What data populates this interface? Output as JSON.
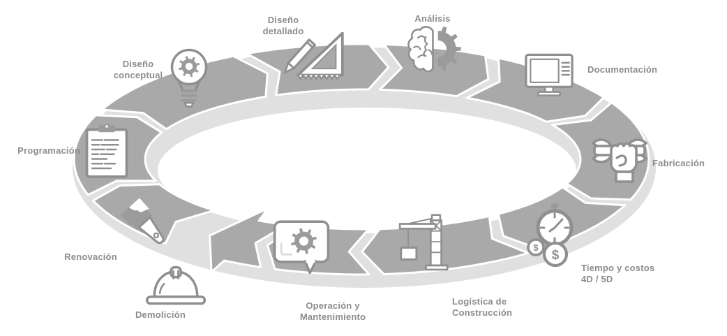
{
  "colors": {
    "band": "#a9a9a9",
    "band_depth": "#e0e0e0",
    "icon_stroke": "#8f8f8f",
    "icon_fill": "#9b9b9b",
    "label_text": "#8c8c8c",
    "background": "#ffffff"
  },
  "diagram_type": "circular-bim-lifecycle",
  "stages": [
    {
      "id": "programacion",
      "lines": [
        "Programación"
      ],
      "icon": "clipboard-icon"
    },
    {
      "id": "diseno-conceptual",
      "lines": [
        "Diseño",
        "conceptual"
      ],
      "icon": "lightbulb-gear-icon"
    },
    {
      "id": "diseno-detallado",
      "lines": [
        "Diseño",
        "detallado"
      ],
      "icon": "set-square-pencil-icon"
    },
    {
      "id": "analisis",
      "lines": [
        "Análisis"
      ],
      "icon": "brain-gear-icon"
    },
    {
      "id": "documentacion",
      "lines": [
        "Documentación"
      ],
      "icon": "monitor-icon"
    },
    {
      "id": "fabricacion",
      "lines": [
        "Fabricación"
      ],
      "icon": "hand-wrench-icon"
    },
    {
      "id": "tiempo-costos",
      "lines": [
        "Tiempo y costos",
        "4D / 5D"
      ],
      "icon": "stopwatch-coins-icon"
    },
    {
      "id": "logistica",
      "lines": [
        "Logística de",
        "Construcción"
      ],
      "icon": "crane-icon"
    },
    {
      "id": "operacion",
      "lines": [
        "Operación y",
        "Mantenimiento"
      ],
      "icon": "speech-bubble-gear-icon"
    },
    {
      "id": "demolicion",
      "lines": [
        "Demolición"
      ],
      "icon": "hard-hat-icon"
    },
    {
      "id": "renovacion",
      "lines": [
        "Renovación"
      ],
      "icon": "paintbrush-icon"
    }
  ],
  "icon_glyphs": {
    "dollar": "$"
  }
}
